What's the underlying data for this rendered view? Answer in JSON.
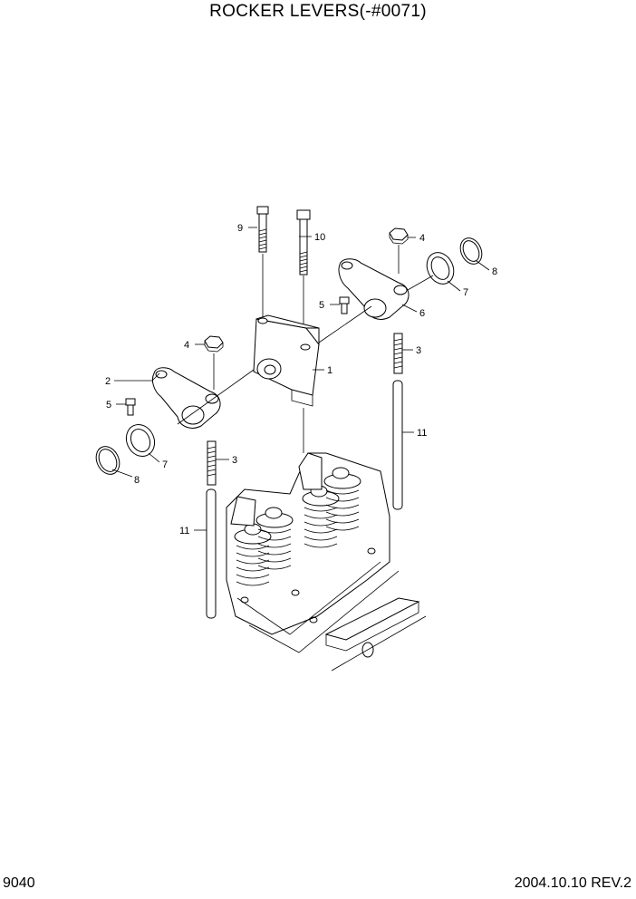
{
  "title": "ROCKER LEVERS(-#0071)",
  "page_number": "9040",
  "date_rev": "2004.10.10  REV.2",
  "labels": {
    "l1": "1",
    "l2": "2",
    "l3a": "3",
    "l3b": "3",
    "l4a": "4",
    "l4b": "4",
    "l5a": "5",
    "l5b": "5",
    "l6": "6",
    "l7a": "7",
    "l7b": "7",
    "l8a": "8",
    "l8b": "8",
    "l9": "9",
    "l10": "10",
    "l11a": "11",
    "l11b": "11"
  }
}
